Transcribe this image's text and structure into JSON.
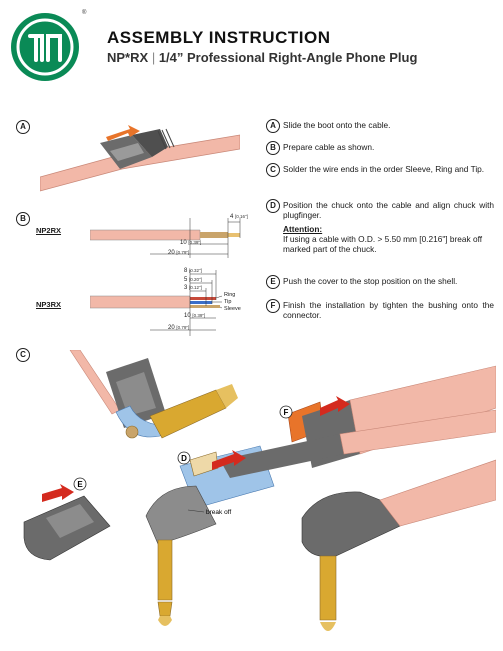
{
  "header": {
    "registered": "®",
    "title": "ASSEMBLY INSTRUCTION",
    "model": "NP*RX",
    "separator": "|",
    "description": "1/4” Professional Right-Angle Phone Plug"
  },
  "sections": {
    "a": "A",
    "b": "B",
    "c": "C"
  },
  "diagram_b": {
    "np2rx": {
      "label": "NP2RX",
      "dims": [
        {
          "value": "4",
          "inch": "[0.16\"]"
        },
        {
          "value": "10",
          "inch": "[0.39\"]"
        },
        {
          "value": "20",
          "inch": "[0.79\"]"
        }
      ]
    },
    "np3rx": {
      "label": "NP3RX",
      "dims": [
        {
          "value": "8",
          "inch": "[0.32\"]"
        },
        {
          "value": "5",
          "inch": "[0.20\"]"
        },
        {
          "value": "3",
          "inch": "[0.12\"]"
        },
        {
          "value": "10",
          "inch": "[0.39\"]"
        },
        {
          "value": "20",
          "inch": "[0.79\"]"
        }
      ],
      "wires": [
        "Ring",
        "Tip",
        "Sleeve"
      ]
    }
  },
  "steps": [
    {
      "letter": "A",
      "text": "Slide the boot onto the cable."
    },
    {
      "letter": "B",
      "text": "Prepare cable as shown."
    },
    {
      "letter": "C",
      "text": "Solder the wire ends in the order Sleeve, Ring and Tip."
    },
    {
      "letter": "D",
      "text": "Position the chuck onto the cable and align chuck with plugfinger."
    },
    {
      "letter": "E",
      "text": "Push the cover to the stop position on the shell."
    },
    {
      "letter": "F",
      "text": "Finish the installation by tighten the bushing onto the connector."
    }
  ],
  "attention": {
    "heading": "Attention:",
    "text": "If using a cable with O.D. > 5.50 mm [0.216\"] break off marked part of the chuck."
  },
  "figure_c": {
    "callouts": [
      "D",
      "E",
      "F"
    ],
    "break_off": "break off"
  },
  "colors": {
    "logo_green": "#0a8a56",
    "cable_pink": "#f2b8a8",
    "boot_gray": "#6b6b6b",
    "arrow_red": "#d42a1e",
    "arrow_orange": "#e8742a",
    "gold": "#d9a830"
  }
}
